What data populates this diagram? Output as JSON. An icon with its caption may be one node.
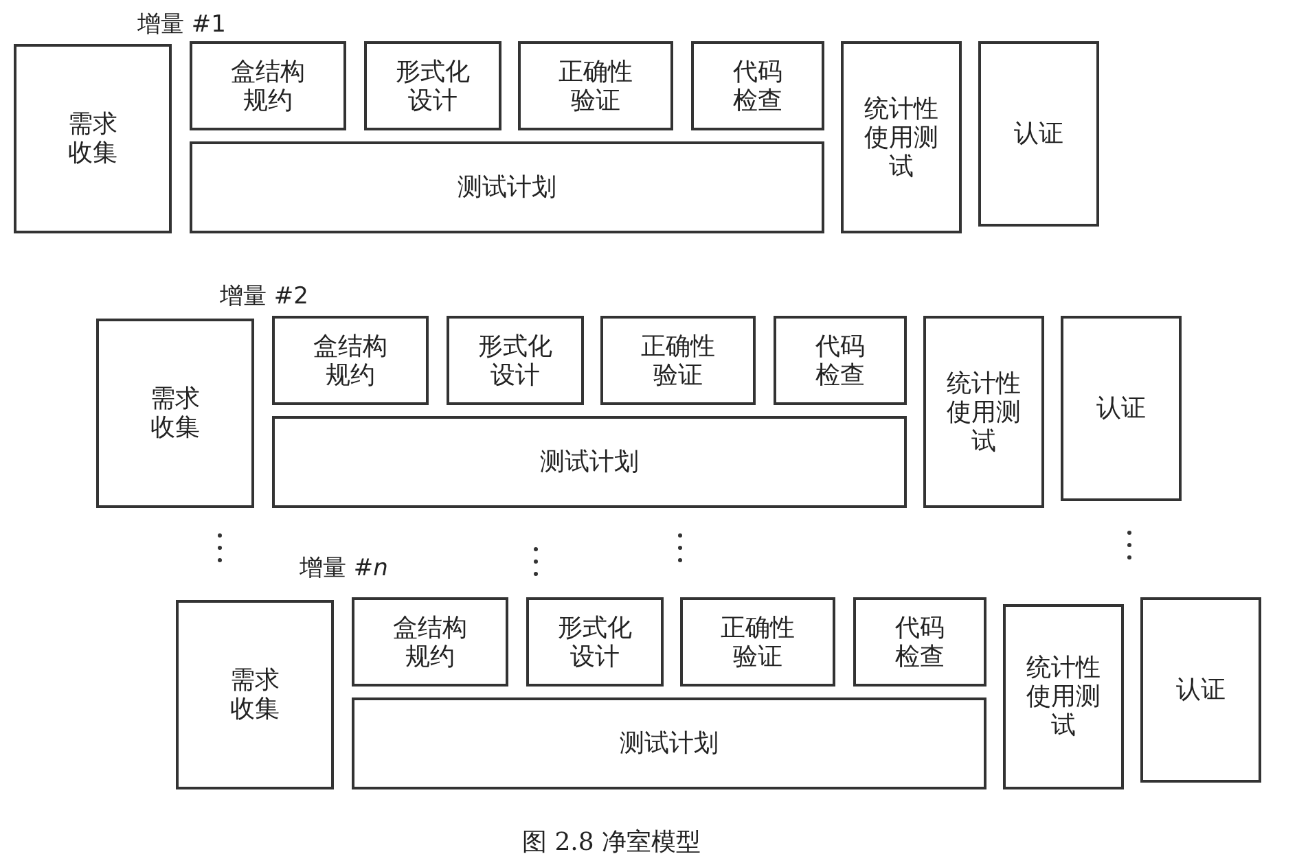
{
  "diagram": {
    "caption": "图 2.8 净室模型",
    "nodes": [
      {
        "text": [
          "需求收集"
        ]
      },
      {
        "text": [
          "盒结构规约"
        ]
      },
      {
        "text": [
          "形式化设计"
        ]
      },
      {
        "text": [
          "正确性验证"
        ]
      },
      {
        "text": [
          "代码检查"
        ]
      },
      {
        "text": [
          "测试计划"
        ]
      },
      {
        "text": [
          "统计性使用测试"
        ]
      },
      {
        "text": [
          "认证"
        ]
      },
      {
        "text": [
          "需求收集"
        ]
      },
      {
        "text": [
          "盒结构规约"
        ]
      },
      {
        "text": [
          "形式化设计"
        ]
      },
      {
        "text": [
          "正确性验证"
        ]
      },
      {
        "text": [
          "代码检查"
        ]
      },
      {
        "text": [
          "测试计划"
        ]
      },
      {
        "text": [
          "统计性使用测试"
        ]
      },
      {
        "text": [
          "认证"
        ]
      },
      {
        "text": [
          "需求收集"
        ]
      },
      {
        "text": [
          "盒结构规约"
        ]
      },
      {
        "text": [
          "形式化设计"
        ]
      },
      {
        "text": [
          "正确性验证"
        ]
      },
      {
        "text": [
          "代码检查"
        ]
      },
      {
        "text": [
          "测试计划"
        ]
      },
      {
        "text": [
          "统计性使用测试"
        ]
      },
      {
        "text": [
          "认证"
        ]
      }
    ],
    "labels": [
      "增量 #1",
      "增量 #2",
      "增量 #*n*"
    ]
  }
}
